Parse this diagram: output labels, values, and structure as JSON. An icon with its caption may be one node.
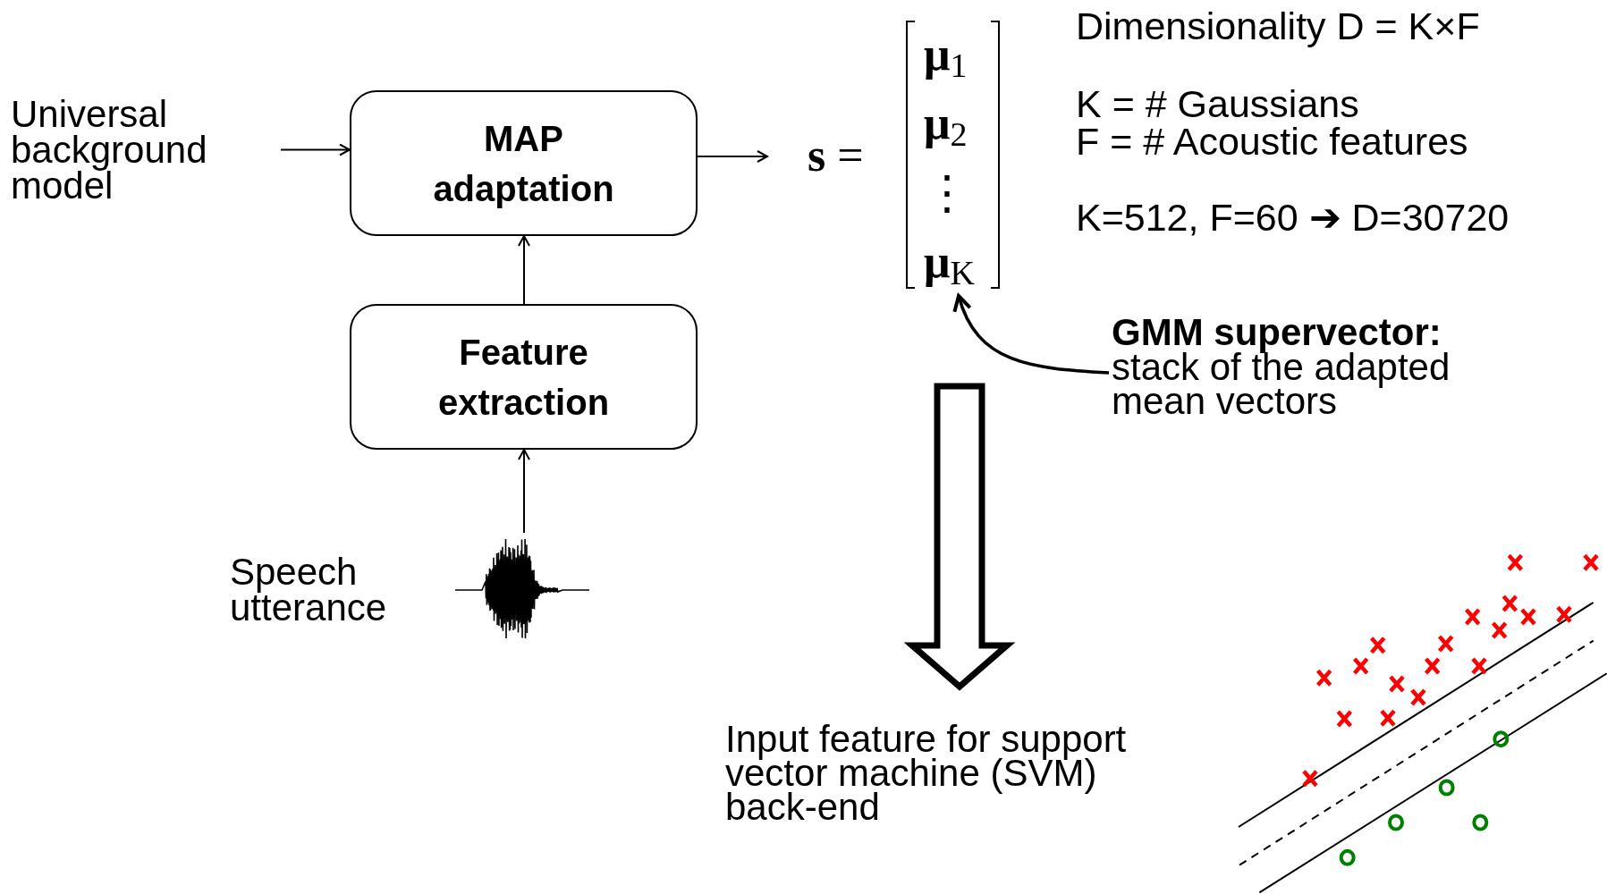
{
  "diagram": {
    "nodes": [
      {
        "text": [
          "Universal background model"
        ]
      },
      {
        "text": [
          "MAP adaptation"
        ]
      },
      {
        "text": [
          "Feature extraction"
        ]
      },
      {
        "text": [
          "Speech utterance"
        ]
      },
      {
        "text": [],
        "shape": "picture"
      },
      {
        "text": [
          "**s** =",
          "**μ**$_{1}$",
          "**μ**$_{2}$",
          "⋮",
          "**μ**$_{K}$"
        ]
      },
      {
        "text": [
          "GMM supervector:",
          "stack of the adapted mean vectors"
        ]
      },
      {
        "text": [
          "Input feature for support vector machine (SVM) back-end"
        ]
      }
    ],
    "edges": [
      {
        "from": 0,
        "to": 1,
        "arrow": "to"
      },
      {
        "from": 1,
        "to": 5,
        "arrow": "to"
      },
      {
        "from": 2,
        "to": 1,
        "arrow": "to"
      },
      {
        "from": 4,
        "to": 2,
        "arrow": "to"
      },
      {
        "from": 6,
        "to": 5,
        "arrow": "to"
      },
      {
        "from": 5,
        "to": 7,
        "arrow": "to",
        "style": "thick"
      }
    ],
    "labels": [
      "Dimensionality D = K×F",
      "K = # Gaussians",
      "F = # Acoustic features",
      "K=512, F=60 ➔ D=30720"
    ]
  }
}
